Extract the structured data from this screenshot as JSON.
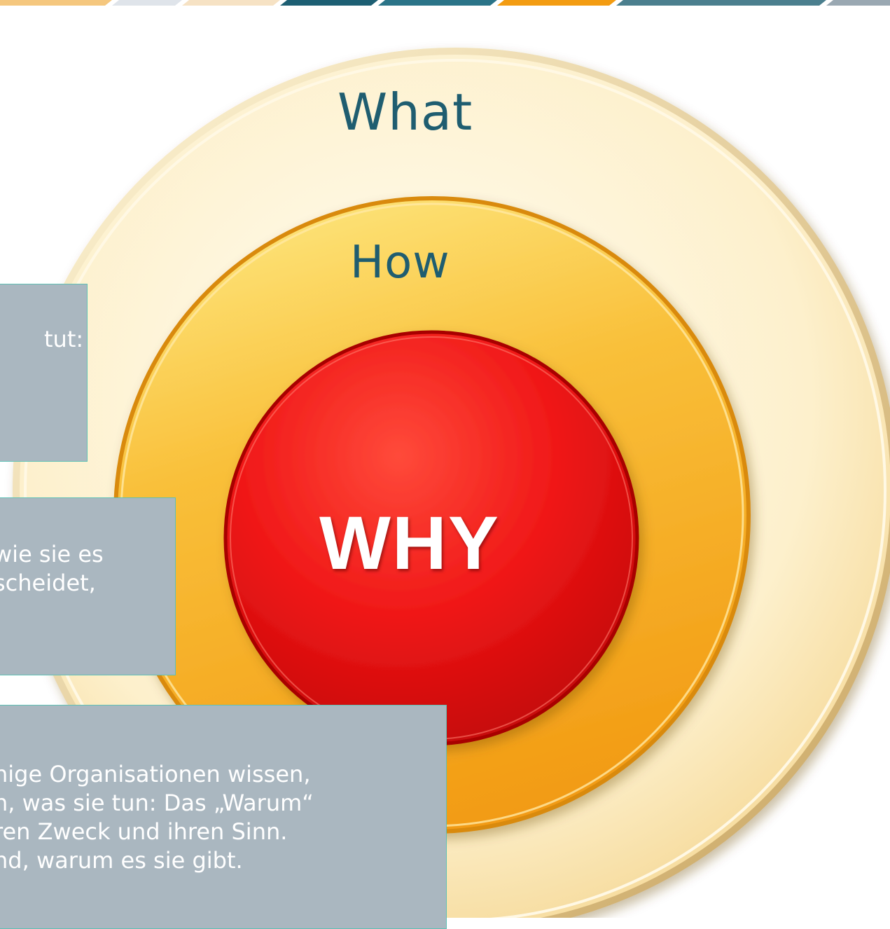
{
  "diagram": {
    "rings": {
      "outer_label": "What",
      "middle_label": "How",
      "inner_label": "WHY"
    },
    "text_boxes": [
      {
        "lines": [
          "tut:"
        ]
      },
      {
        "lines": [
          "wie sie es",
          "scheidet,"
        ]
      },
      {
        "lines": [
          "nige Organisationen wissen,",
          "n, was sie tun: Das „Warum“",
          "ren Zweck und ihren Sinn.",
          "nd, warum es sie gibt."
        ]
      }
    ]
  },
  "colors": {
    "outer_ring": "#fbe8b8",
    "middle_ring": "#f6a81e",
    "inner_circle": "#e81010",
    "label_text": "#1f5d70",
    "box_bg": "#aab7c0",
    "box_border": "#5fc0b5"
  }
}
